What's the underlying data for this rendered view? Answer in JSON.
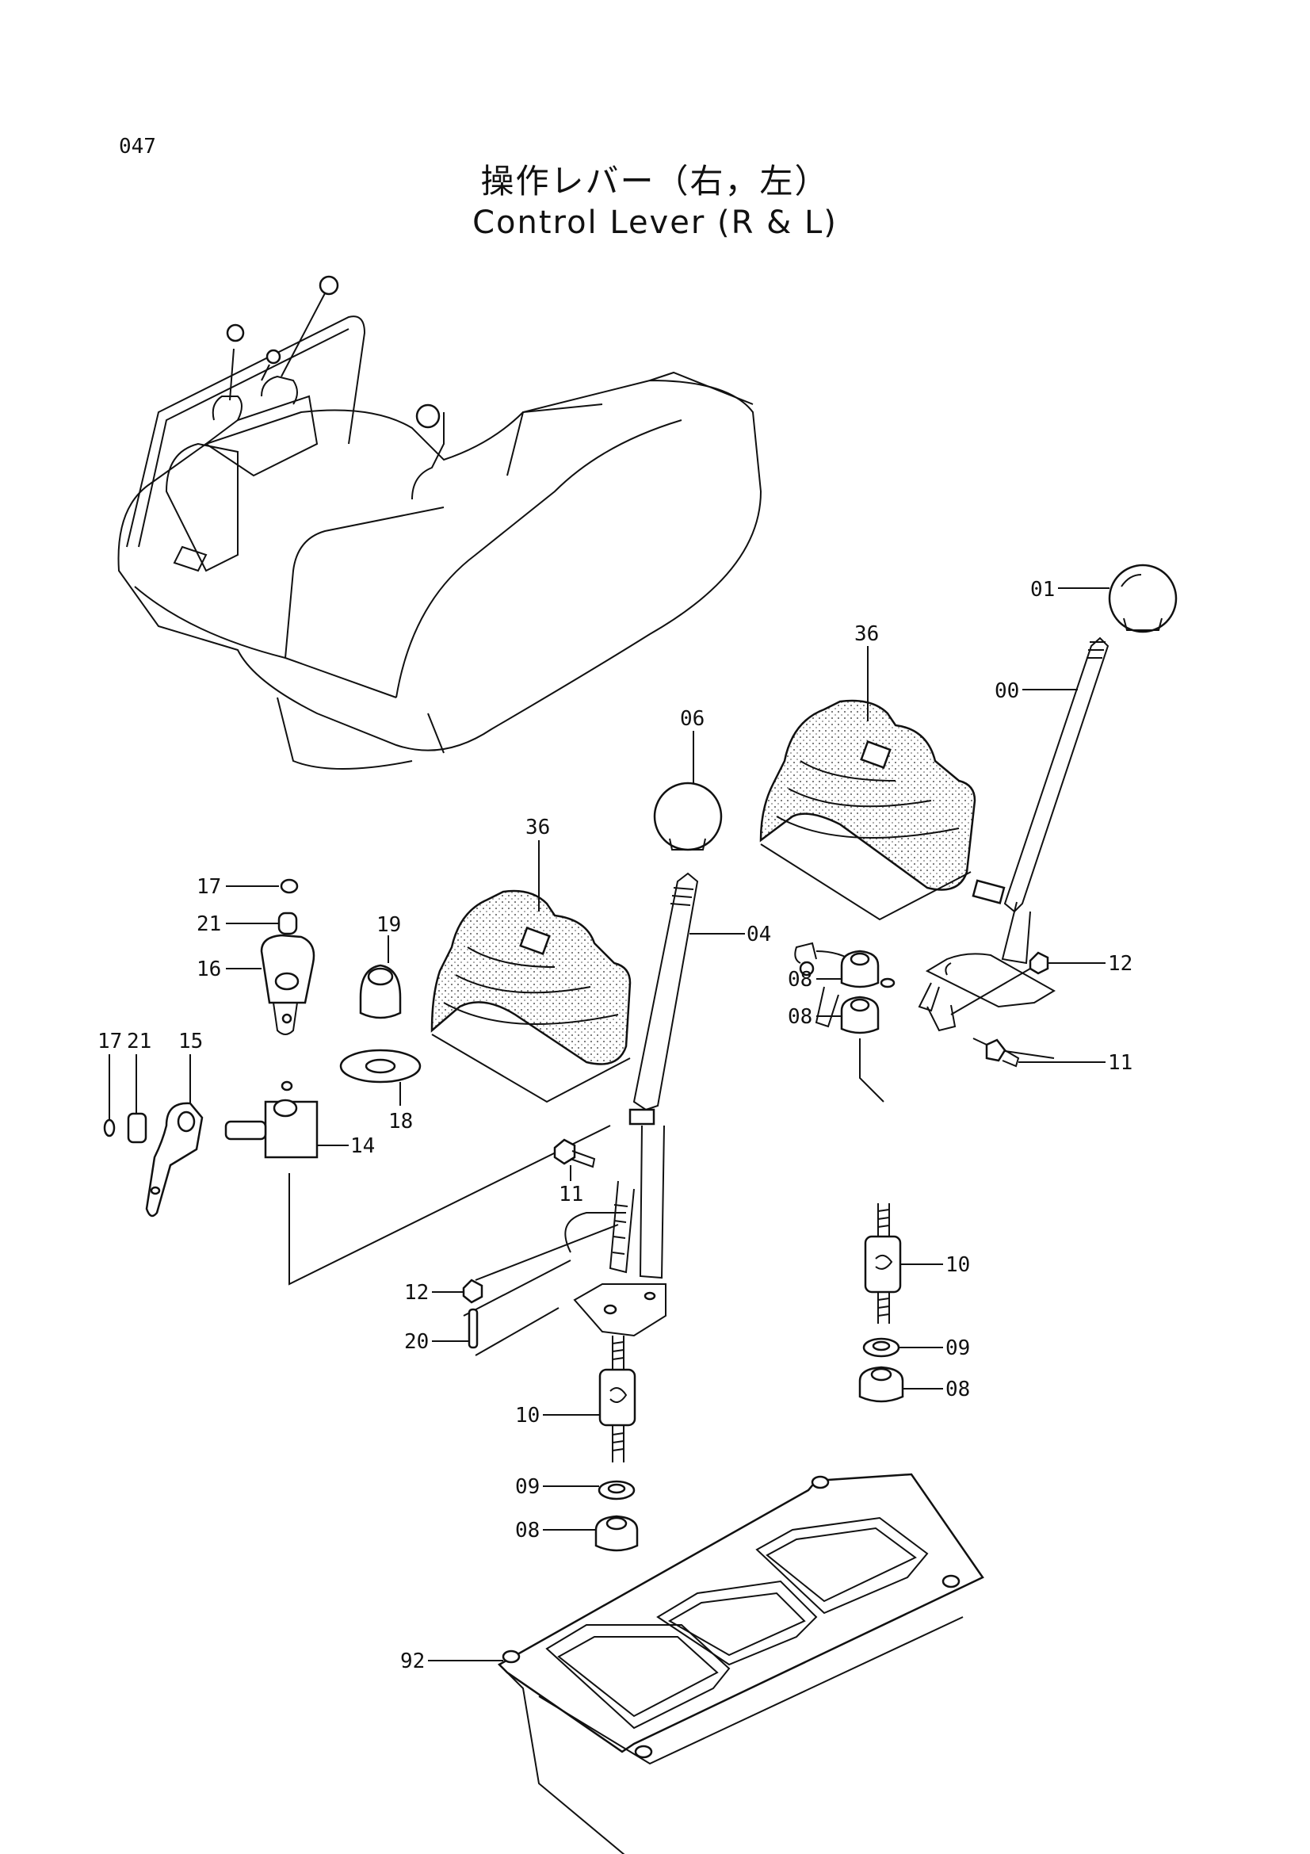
{
  "page_number": "047",
  "title_ja": "操作レバー（右，左）",
  "title_en": "Control Lever (R & L)",
  "callouts": [
    {
      "id": "01",
      "label": "01"
    },
    {
      "id": "00",
      "label": "00"
    },
    {
      "id": "36a",
      "label": "36"
    },
    {
      "id": "06",
      "label": "06"
    },
    {
      "id": "36b",
      "label": "36"
    },
    {
      "id": "04",
      "label": "04"
    },
    {
      "id": "17a",
      "label": "17"
    },
    {
      "id": "21a",
      "label": "21"
    },
    {
      "id": "19",
      "label": "19"
    },
    {
      "id": "16",
      "label": "16"
    },
    {
      "id": "17b",
      "label": "17"
    },
    {
      "id": "21b",
      "label": "21"
    },
    {
      "id": "15",
      "label": "15"
    },
    {
      "id": "18",
      "label": "18"
    },
    {
      "id": "14",
      "label": "14"
    },
    {
      "id": "08a",
      "label": "08"
    },
    {
      "id": "08b",
      "label": "08"
    },
    {
      "id": "12a",
      "label": "12"
    },
    {
      "id": "11a",
      "label": "11"
    },
    {
      "id": "11b",
      "label": "11"
    },
    {
      "id": "12b",
      "label": "12"
    },
    {
      "id": "20",
      "label": "20"
    },
    {
      "id": "10a",
      "label": "10"
    },
    {
      "id": "09a",
      "label": "09"
    },
    {
      "id": "08c",
      "label": "08"
    },
    {
      "id": "10b",
      "label": "10"
    },
    {
      "id": "09b",
      "label": "09"
    },
    {
      "id": "08d",
      "label": "08"
    },
    {
      "id": "92",
      "label": "92"
    }
  ]
}
